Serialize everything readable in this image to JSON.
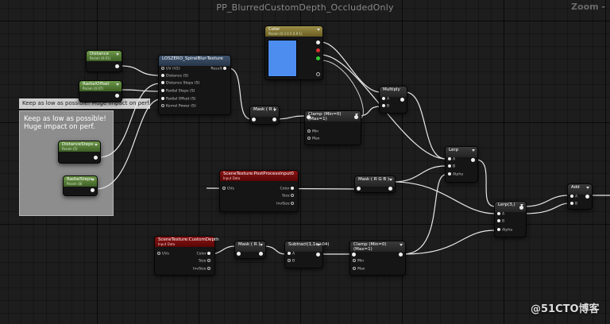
{
  "window": {
    "title": "PP_BlurredCustomDepth_OccludedOnly",
    "zoom": "Zoom -"
  },
  "comment": {
    "header": "Keep as low as possible! Huge impact on perf.",
    "body": "Keep as low as possible!\nHuge impact on perf."
  },
  "nodes": {
    "distance": {
      "title": "Distance",
      "subtitle": "Param (0.01)"
    },
    "radial_offset": {
      "title": "RadialOffset",
      "subtitle": "Param (0.07)"
    },
    "distance_steps": {
      "title": "DistanceSteps",
      "subtitle": "Param (5)"
    },
    "radial_steps": {
      "title": "RadialSteps",
      "subtitle": "Param (8)"
    },
    "spiral_blur": {
      "title": "LOSZERO_SpiralBlur-Texture",
      "output": "Result",
      "inputs": [
        "UV (V2)",
        "Distance (S)",
        "Distance Steps (S)",
        "Radial Steps (S)",
        "Radial Offset (S)",
        "Kernel Power (S)"
      ]
    },
    "color": {
      "title": "Color",
      "subtitle": "Param (0.3 0.5 0.9 1)"
    },
    "multiply": {
      "title": "Multiply",
      "inputs": [
        "A",
        "B"
      ]
    },
    "mask_r_top": {
      "title": "Mask ( R )"
    },
    "clamp_top": {
      "title": "Clamp (Min=0) (Max=1)",
      "inputs": [
        "Min",
        "Max"
      ]
    },
    "lerp": {
      "title": "Lerp",
      "inputs": [
        "A",
        "B",
        "Alpha"
      ]
    },
    "scene_pp": {
      "title": "SceneTexture:PostProcessInput0",
      "subtitle": "Input Data",
      "inputs": [
        "UVs"
      ],
      "outputs": [
        "Color",
        "Size",
        "InvSize"
      ]
    },
    "mask_rgb": {
      "title": "Mask ( R G B )"
    },
    "lerp3": {
      "title": "Lerp(3,)",
      "inputs": [
        "A",
        "B",
        "Alpha"
      ]
    },
    "add": {
      "title": "Add",
      "inputs": [
        "A",
        "B"
      ]
    },
    "scene_depth": {
      "title": "SceneTexture:CustomDepth",
      "subtitle": "Input Data",
      "inputs": [
        "UVs"
      ],
      "outputs": [
        "Color",
        "Size",
        "InvSize"
      ]
    },
    "mask_r_bottom": {
      "title": "Mask ( R )"
    },
    "subtract": {
      "title": "Subtract(1,1e+04)",
      "inputs": [
        "A",
        "B"
      ]
    },
    "clamp_bottom": {
      "title": "Clamp (Min=0) (Max=1)",
      "inputs": [
        "Min",
        "Max"
      ]
    }
  },
  "watermark": "@51CTO博客",
  "colors": {
    "background": "#1d1d1d",
    "param_header": "#5a8a3a",
    "function_header": "#344a64",
    "scene_texture_header": "#7a0f0f",
    "constant_header": "#8a7d3a",
    "color_swatch": "#4d8df0"
  }
}
